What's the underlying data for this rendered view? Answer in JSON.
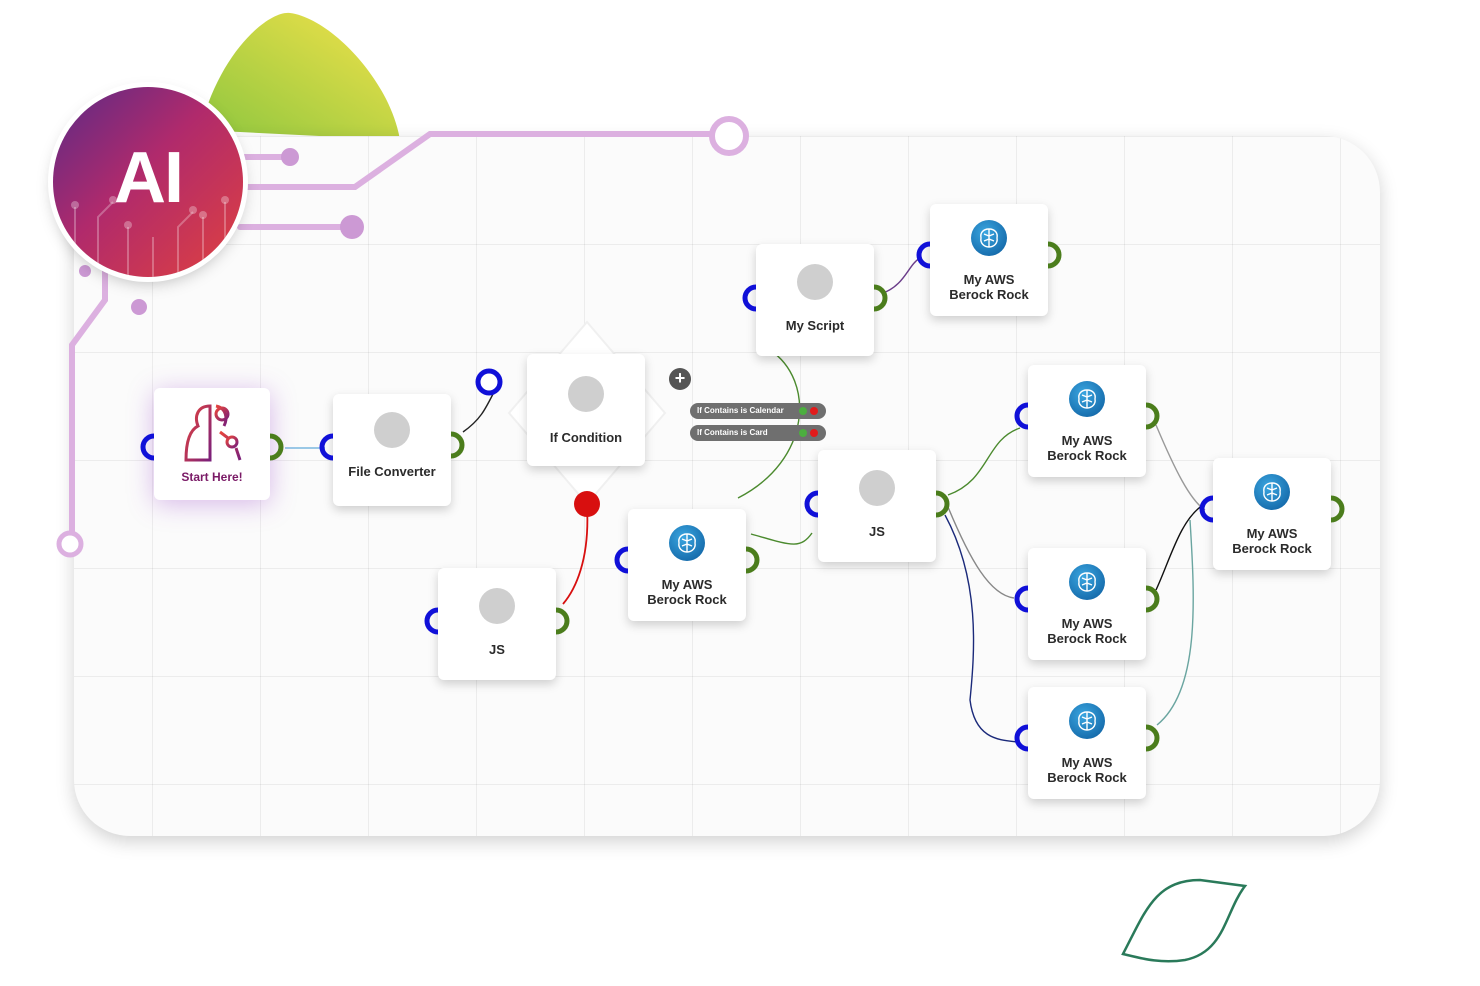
{
  "badge": {
    "text": "AI"
  },
  "colors": {
    "input_port": "#1010d8",
    "output_port": "#4b7d1c",
    "accent": "#d7a6dc",
    "error": "#d80f0f"
  },
  "nodes": {
    "start": {
      "label": "Start Here!"
    },
    "file_converter": {
      "label": "File Converter"
    },
    "if_condition": {
      "label": "If Condition"
    },
    "js_bottom": {
      "label": "JS"
    },
    "aws_mid": {
      "label1": "My AWS",
      "label2": "Berock Rock"
    },
    "my_script": {
      "label": "My Script"
    },
    "aws_top": {
      "label1": "My AWS",
      "label2": "Berock Rock"
    },
    "js_center": {
      "label": "JS"
    },
    "aws_r1": {
      "label1": "My AWS",
      "label2": "Berock Rock"
    },
    "aws_r2": {
      "label1": "My AWS",
      "label2": "Berock Rock"
    },
    "aws_r3": {
      "label1": "My AWS",
      "label2": "Berock Rock"
    },
    "aws_final": {
      "label1": "My AWS",
      "label2": "Berock Rock"
    }
  },
  "conditions": [
    {
      "label": "If Contains is Calendar"
    },
    {
      "label": "If Contains is Card"
    }
  ],
  "icons": {
    "plus": "+"
  }
}
